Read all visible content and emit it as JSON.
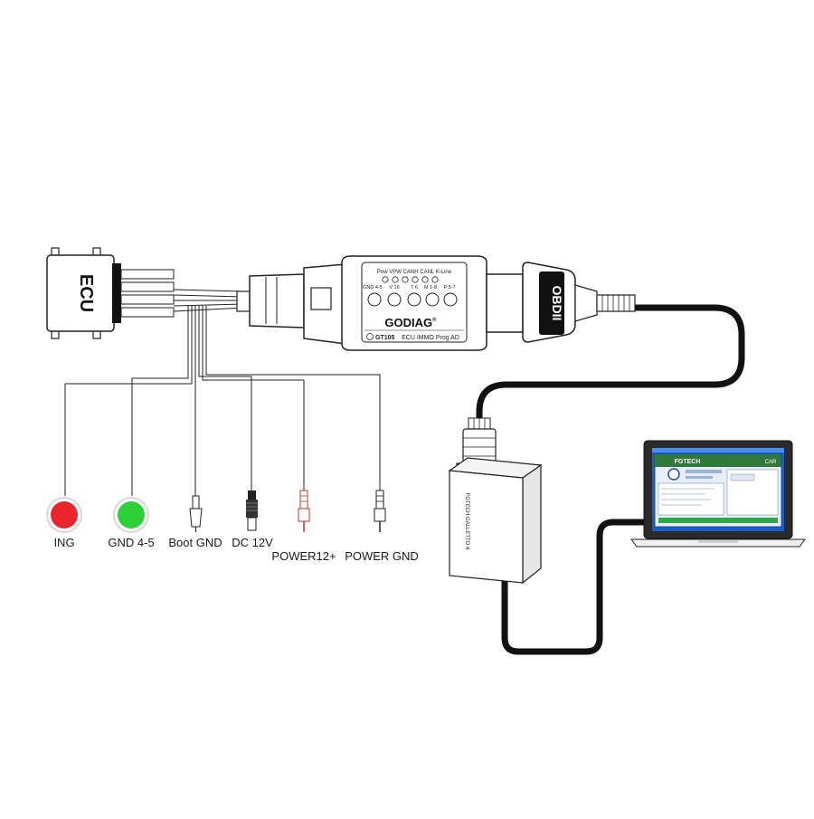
{
  "ecu": {
    "label": "ECU"
  },
  "adapter": {
    "brand": "GODIAG",
    "brand_mark": "®",
    "model": "GT105",
    "subtitle": "ECU IMMO Prog AD",
    "pin_header": "Pow VPW CANH CANL K-Line",
    "pins": [
      "GND 4-5",
      "V 16",
      "T 6",
      "M 1-8",
      "P 5-7"
    ]
  },
  "obd_connector": {
    "label": "OBDII"
  },
  "interface_box": {
    "label": "FGTECH GALLETTO 4"
  },
  "laptop": {
    "screen_title": "FGTECH",
    "screen_tab": "CAR"
  },
  "terminals": [
    {
      "id": "ing",
      "label": "ING",
      "type": "red-dot",
      "color": "#e8262b"
    },
    {
      "id": "gnd45",
      "label": "GND 4-5",
      "type": "green-dot",
      "color": "#2dd037"
    },
    {
      "id": "boot-gnd",
      "label": "Boot GND",
      "type": "alligator-clip"
    },
    {
      "id": "dc12v",
      "label": "DC 12V",
      "type": "dc-jack"
    },
    {
      "id": "power12",
      "label": "POWER12+",
      "type": "probe-red"
    },
    {
      "id": "power-gnd",
      "label": "POWER GND",
      "type": "probe-black"
    }
  ]
}
